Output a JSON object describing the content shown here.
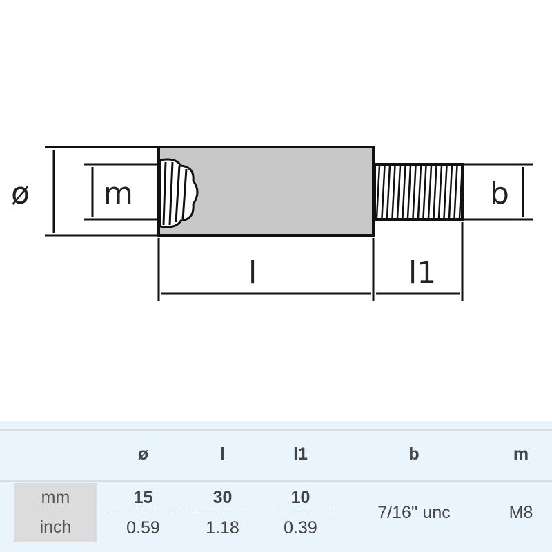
{
  "drawing": {
    "labels": {
      "diameter": "ø",
      "m": "m",
      "b": "b",
      "l": "l",
      "l1": "l1"
    },
    "colors": {
      "body": "#c8c8c8",
      "line": "#111111"
    }
  },
  "table": {
    "headers": [
      "ø",
      "l",
      "l1",
      "b",
      "m"
    ],
    "rows": [
      {
        "unit": "mm",
        "values": [
          "15",
          "30",
          "10"
        ]
      },
      {
        "unit": "inch",
        "values": [
          "0.59",
          "1.18",
          "0.39"
        ]
      }
    ],
    "b_value": "7/16'' unc",
    "m_value": "M8"
  }
}
